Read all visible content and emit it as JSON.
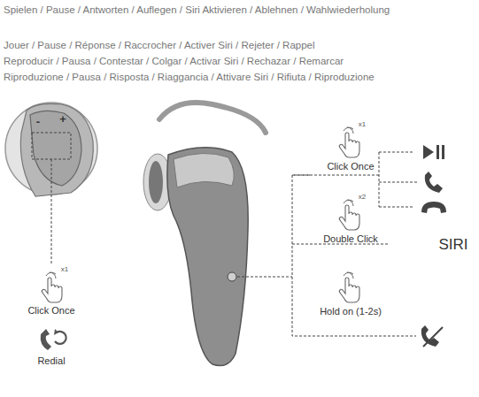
{
  "diagram": {
    "labels": [
      "Spielen / Pause / Antworten / Auflegen / Siri Aktivieren / Ablehnen / Wahlwiederholung",
      "Jouer / Pause / Réponse / Raccrocher / Activer Siri / Rejeter / Rappel",
      "Reproducir / Pausa / Contestar / Colgar / Activar Siri / Rechazar / Remarcar",
      "Riproduzione / Pausa / Risposta / Riaggancia / Attivare Siri / Rifiuta / Riproduzione",
      "-",
      "+",
      "x1",
      "Click Once",
      "Redial",
      "x1",
      "Click Once",
      "x2",
      "Double Click",
      "SIRI",
      "Hold on (1-2s)"
    ]
  }
}
